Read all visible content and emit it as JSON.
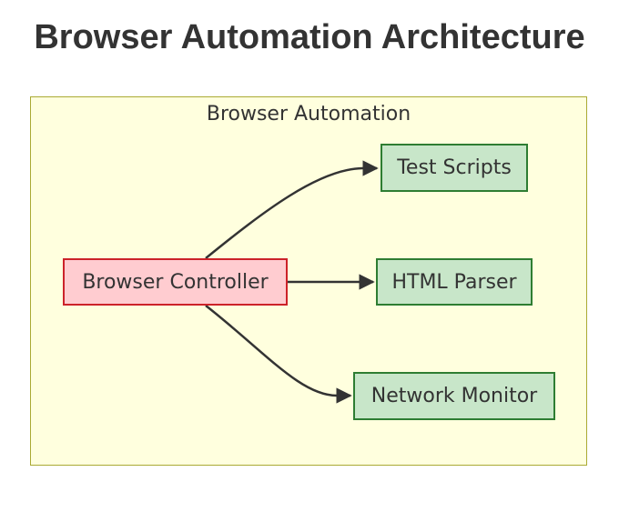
{
  "title": "Browser Automation Architecture",
  "cluster": {
    "label": "Browser Automation",
    "fill": "#ffffde",
    "stroke": "#aaaa33"
  },
  "nodes": {
    "controller": {
      "label": "Browser Controller",
      "fill": "#ffccd0",
      "stroke": "#cc2229"
    },
    "test_scripts": {
      "label": "Test Scripts",
      "fill": "#c8e6c9",
      "stroke": "#2e7d32"
    },
    "html_parser": {
      "label": "HTML Parser",
      "fill": "#c8e6c9",
      "stroke": "#2e7d32"
    },
    "network_monitor": {
      "label": "Network Monitor",
      "fill": "#c8e6c9",
      "stroke": "#2e7d32"
    }
  },
  "edges": [
    {
      "from": "Browser Controller",
      "to": "Test Scripts"
    },
    {
      "from": "Browser Controller",
      "to": "HTML Parser"
    },
    {
      "from": "Browser Controller",
      "to": "Network Monitor"
    }
  ]
}
